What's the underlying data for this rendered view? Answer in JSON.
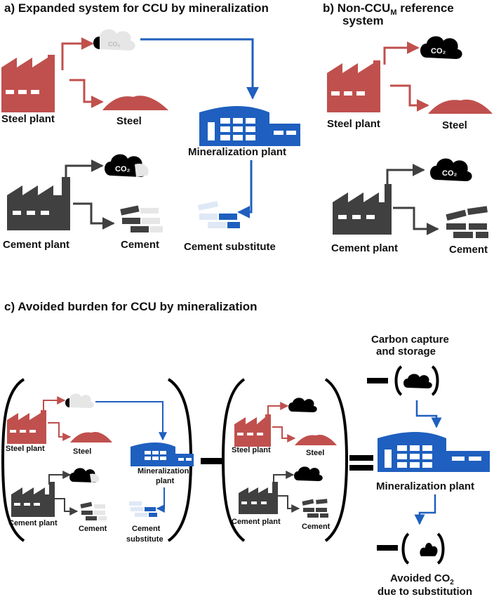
{
  "colors": {
    "steel": "#c0504d",
    "cement": "#404040",
    "mineralization": "#1f5fbf",
    "faded_blue": "#dfe8f5",
    "faded_grey": "#e6e6e6",
    "black": "#000000"
  },
  "panel_a": {
    "title": "a) Expanded system for CCU by mineralization",
    "steel_plant": "Steel plant",
    "steel": "Steel",
    "cement_plant": "Cement plant",
    "cement": "Cement",
    "mineralization_plant": "Mineralization plant",
    "cement_substitute": "Cement substitute",
    "co2_label": "CO₂"
  },
  "panel_b": {
    "title_prefix": "b) Non-CCU",
    "title_subscript": "M",
    "title_suffix": " reference",
    "title_line2": "system",
    "steel_plant": "Steel plant",
    "steel": "Steel",
    "cement_plant": "Cement plant",
    "cement": "Cement",
    "co2_label": "CO₂"
  },
  "panel_c": {
    "title": "c) Avoided burden for CCU by mineralization",
    "left": {
      "steel_plant": "Steel plant",
      "steel": "Steel",
      "cement_plant": "Cement plant",
      "cement": "Cement",
      "mineralization_line1": "Mineralization",
      "mineralization_line2": "plant",
      "substitute_line1": "Cement",
      "substitute_line2": "substitute"
    },
    "middle": {
      "steel_plant": "Steel plant",
      "steel": "Steel",
      "cement_plant": "Cement plant",
      "cement": "Cement"
    },
    "right": {
      "ccs_line1": "Carbon capture",
      "ccs_line2": "and storage",
      "mineralization_plant": "Mineralization plant",
      "avoided_line1_prefix": "Avoided CO",
      "avoided_line1_sub": "2",
      "avoided_line2": "due to substitution"
    },
    "minus_symbol": "−",
    "equals_symbol": "="
  },
  "icons": [
    "factory-icon",
    "cloud-co2-icon",
    "steel-pile-icon",
    "cement-bricks-icon",
    "mineralization-plant-icon",
    "flow-arrow"
  ]
}
